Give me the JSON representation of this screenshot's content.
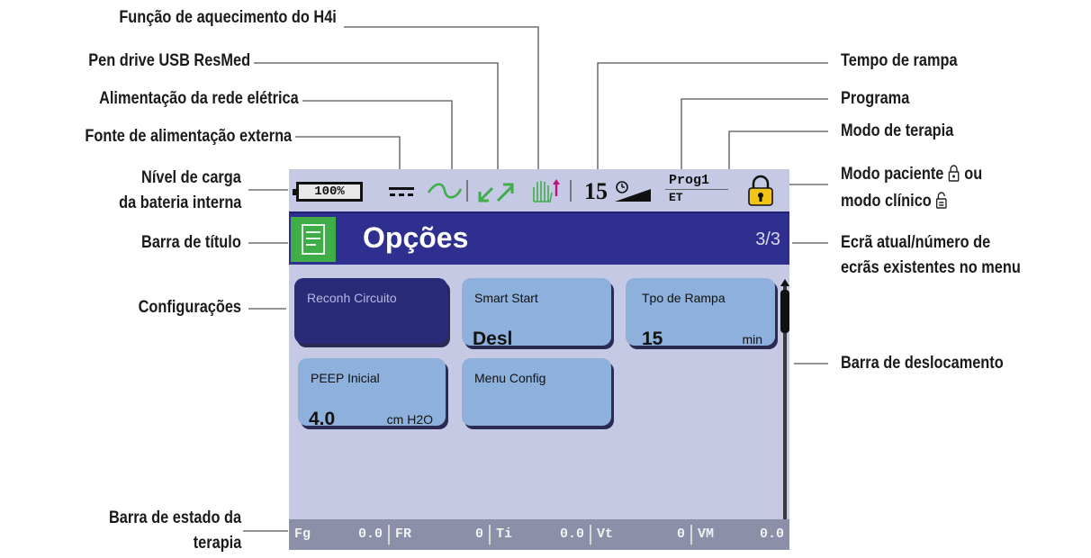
{
  "callouts": {
    "heating": "Função de aquecimento do H4i",
    "usb": "Pen drive USB ResMed",
    "mains": "Alimentação da rede elétrica",
    "external_power": "Fonte de alimentação externa",
    "battery_line1": "Nível de carga",
    "battery_line2": "da bateria interna",
    "title_bar": "Barra de título",
    "settings": "Configurações",
    "therapy_bar_line1": "Barra de estado da",
    "therapy_bar_line2": "terapia",
    "ramp_time": "Tempo de rampa",
    "program": "Programa",
    "therapy_mode": "Modo de terapia",
    "lock_line1": "Modo paciente",
    "lock_line1_suffix": "ou",
    "lock_line2": "modo clínico",
    "screen_line1": "Ecrã atual/número de",
    "screen_line2": "ecrãs existentes no menu",
    "scroll_bar": "Barra de deslocamento"
  },
  "device": {
    "status": {
      "battery": "100%",
      "ramp_value": "15",
      "program": "Prog1",
      "mode": "ET"
    },
    "title": "Opções",
    "page_indicator": "3/3",
    "tiles": [
      {
        "label": "Reconh Circuito",
        "value": "",
        "unit": ""
      },
      {
        "label": "Smart Start",
        "value": "Desl",
        "unit": ""
      },
      {
        "label": "Tpo de Rampa",
        "value": "15",
        "unit": "min"
      },
      {
        "label": "PEEP Inicial",
        "value": "4.0",
        "unit": "cm H2O"
      },
      {
        "label": "Menu Config",
        "value": "",
        "unit": ""
      }
    ],
    "therapy_bar": [
      {
        "name": "Fg",
        "value": "0.0"
      },
      {
        "name": "FR",
        "value": "0"
      },
      {
        "name": "Ti",
        "value": "0.0"
      },
      {
        "name": "Vt",
        "value": "0"
      },
      {
        "name": "VM",
        "value": "0.0"
      }
    ]
  },
  "colors": {
    "screen_bg": "#c5c9e4",
    "title_bar": "#2e2f8e",
    "title_icon": "#3fae49",
    "tile": "#8db1dc",
    "tile_selected": "#2a2b78",
    "therapy_bar": "#8b8fa8",
    "status_icon_green": "#3fae49",
    "lock_yellow": "#f2c417"
  },
  "icons": {
    "dc": "dc-power-icon",
    "ac": "ac-mains-icon",
    "usb": "usb-icon",
    "heating": "heating-hand-icon",
    "ramp": "ramp-icon",
    "lock": "lock-icon",
    "title": "options-icon",
    "lock_closed_small": "lock-closed-small-icon",
    "lock_open_small": "lock-open-small-icon"
  }
}
